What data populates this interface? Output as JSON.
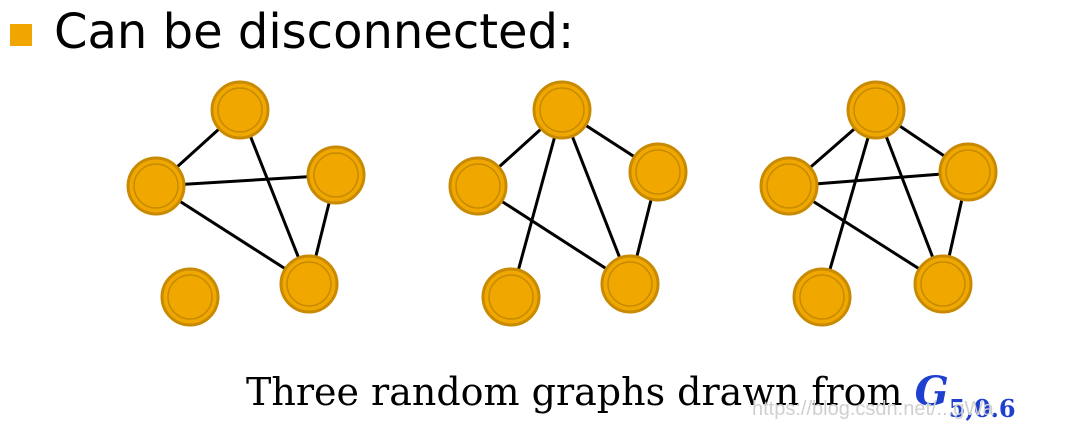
{
  "slide": {
    "bullet": {
      "text": "Can be disconnected:",
      "color": "#f0a500"
    },
    "caption": {
      "text": "Three random graphs drawn from ",
      "symbol": "G",
      "subscript": "5,0.6"
    },
    "watermark": "https://blog.csdn.net/...gWa"
  },
  "graphs": [
    {
      "name": "graph-1",
      "edges": [
        [
          0,
          1
        ],
        [
          0,
          3
        ],
        [
          1,
          2
        ],
        [
          1,
          3
        ],
        [
          2,
          3
        ]
      ]
    },
    {
      "name": "graph-2",
      "edges": [
        [
          0,
          1
        ],
        [
          0,
          2
        ],
        [
          0,
          3
        ],
        [
          0,
          4
        ],
        [
          1,
          3
        ],
        [
          2,
          3
        ]
      ]
    },
    {
      "name": "graph-3",
      "edges": [
        [
          0,
          1
        ],
        [
          0,
          2
        ],
        [
          0,
          3
        ],
        [
          0,
          4
        ],
        [
          1,
          2
        ],
        [
          1,
          3
        ],
        [
          2,
          3
        ]
      ]
    }
  ],
  "style": {
    "node_fill": "#f0a800",
    "node_stroke": "#c88a00",
    "node_inner": "#f4b41a",
    "edge_color": "#000000",
    "caption_symbol_color": "#1f3fcf"
  }
}
